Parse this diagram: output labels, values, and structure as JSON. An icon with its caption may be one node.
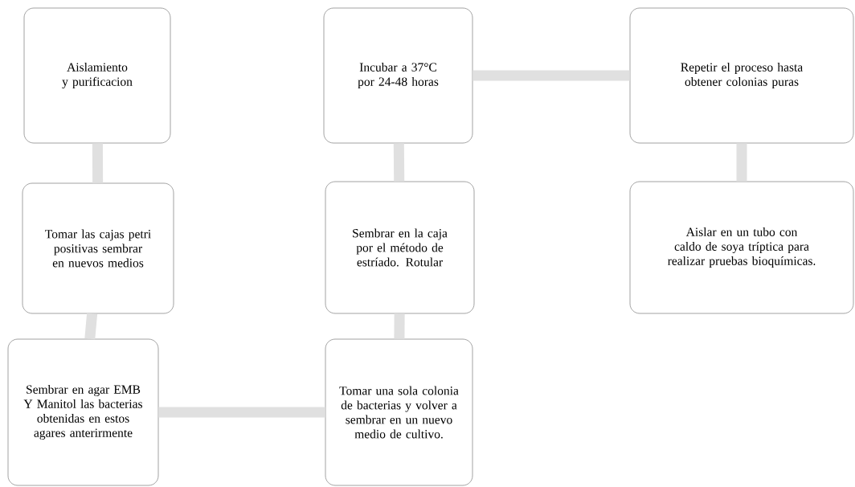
{
  "diagram": {
    "nodes": [
      {
        "text": [
          "Aislamiento y purificacion"
        ]
      },
      {
        "text": [
          "Tomar las cajas petri positivas sembrar en nuevos medios"
        ]
      },
      {
        "text": [
          "Sembrar en agar EMB Y Manitol las bacterias obtenidas en estos agares anterirmente"
        ]
      },
      {
        "text": [
          "Tomar una sola colonia de bacterias y volver a sembrar en un nuevo medio de cultivo."
        ]
      },
      {
        "text": [
          "Sembrar en la caja por el método de estríado. Rotular"
        ]
      },
      {
        "text": [
          "Incubar a 37°C por 24-48 horas"
        ]
      },
      {
        "text": [
          "Repetir el proceso hasta obtener colonias puras"
        ]
      },
      {
        "text": [
          "Aislar en un tubo con caldo de soya tríptica para realizar pruebas bioquímicas."
        ]
      }
    ],
    "edges": [
      {
        "from": 0,
        "to": 1,
        "arrow": "none"
      },
      {
        "from": 1,
        "to": 2,
        "arrow": "none"
      },
      {
        "from": 2,
        "to": 3,
        "arrow": "none"
      },
      {
        "from": 3,
        "to": 4,
        "arrow": "none"
      },
      {
        "from": 4,
        "to": 5,
        "arrow": "none"
      },
      {
        "from": 5,
        "to": 6,
        "arrow": "none"
      },
      {
        "from": 6,
        "to": 7,
        "arrow": "none"
      }
    ]
  }
}
